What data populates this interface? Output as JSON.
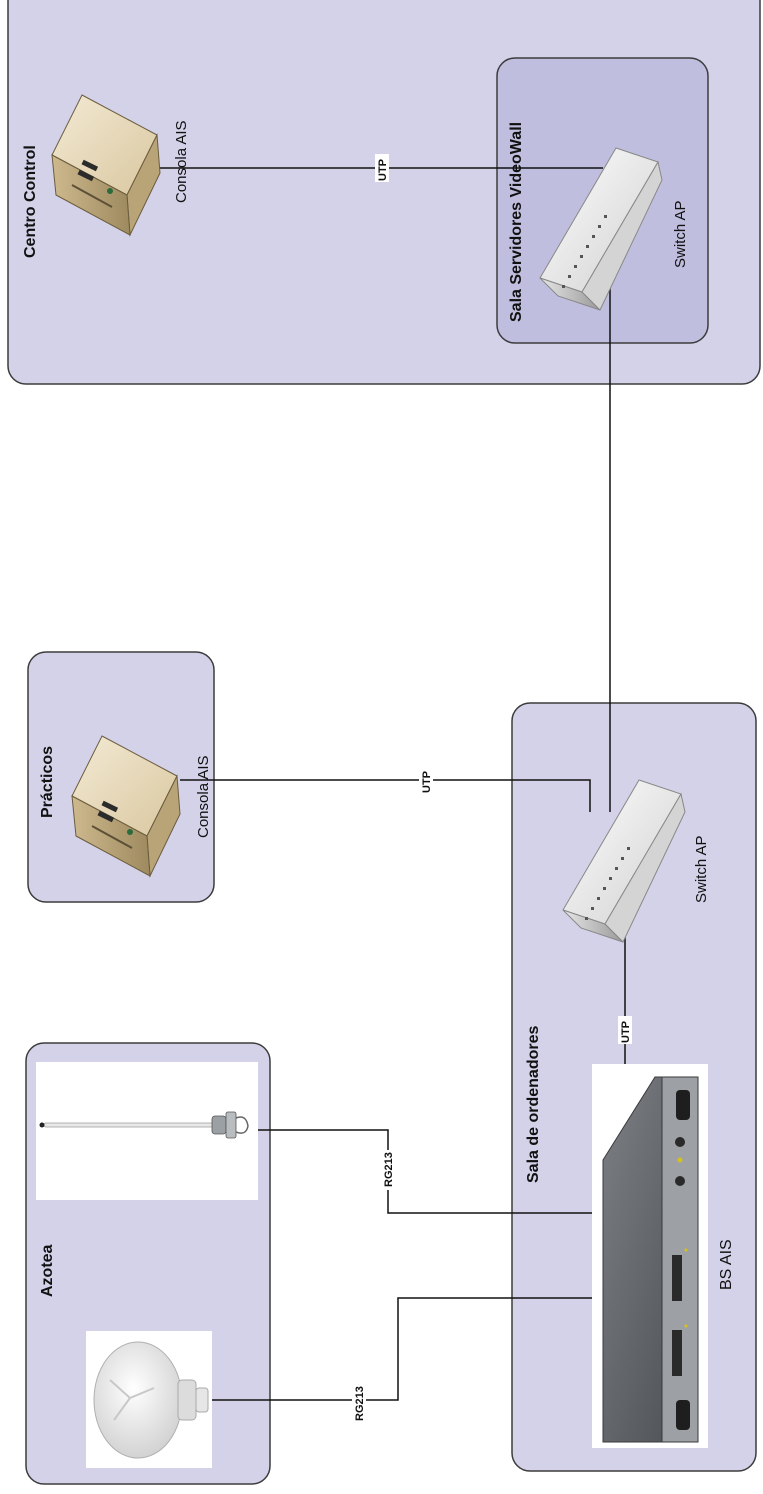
{
  "groups": {
    "centro_control": "Centro Control",
    "sala_servidores": "Sala Servidores VideoWall",
    "practicos": "Prácticos",
    "sala_ordenadores": "Sala de ordenadores",
    "azotea": "Azotea"
  },
  "devices": {
    "consola_centro": "Consola AIS",
    "switch_centro": "Switch AP",
    "consola_practicos": "Consola AIS",
    "switch_ordenadores": "Switch AP",
    "bs_ais": "BS AIS"
  },
  "cables": {
    "utp_centro": "UTP",
    "utp_practicos": "UTP",
    "utp_bs": "UTP",
    "rg213_antenna": "RG213",
    "rg213_gps": "RG213"
  },
  "colors": {
    "group_fill": "#d3d2e9",
    "inner_group_fill": "#bfbedf",
    "group_stroke": "#3c3c3c",
    "cable": "#111111"
  },
  "icons": {
    "consola": "server-tower-icon",
    "switch": "network-switch-icon",
    "antenna": "vhf-antenna-icon",
    "gps": "gps-antenna-icon",
    "bs": "ais-base-station-icon"
  }
}
